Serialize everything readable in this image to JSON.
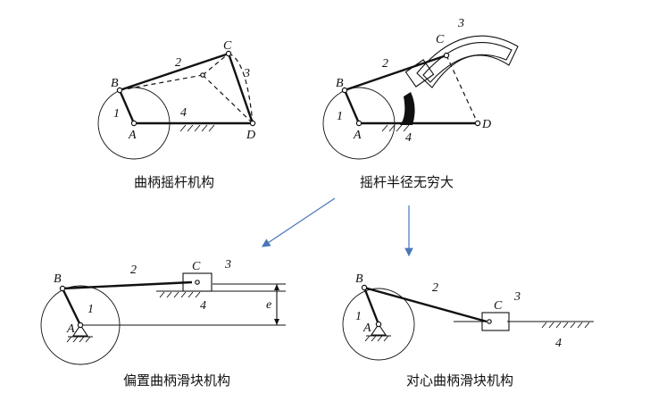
{
  "captions": {
    "crank_rocker": "曲柄摇杆机构",
    "infinite_rocker": "摇杆半径无穷大",
    "offset_slider": "偏置曲柄滑块机构",
    "centric_slider": "对心曲柄滑块机构"
  },
  "labels": {
    "A": "A",
    "B": "B",
    "C": "C",
    "D": "D",
    "n1": "1",
    "n2": "2",
    "n3": "3",
    "n4": "4",
    "e": "e"
  },
  "colors": {
    "arrow": "#4a76b8",
    "line": "#111111"
  }
}
